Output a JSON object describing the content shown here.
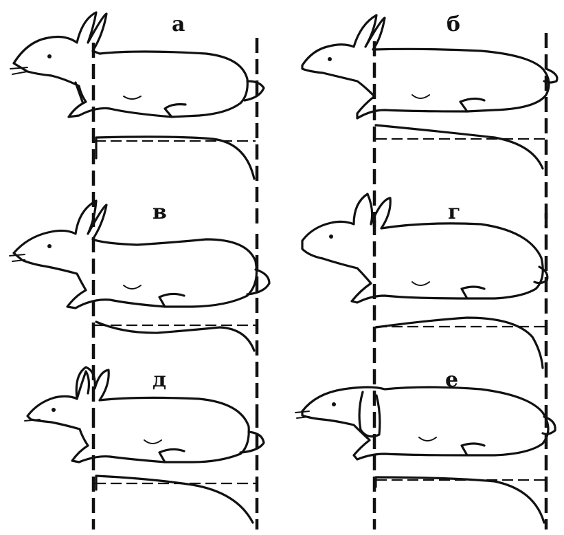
{
  "panels": [
    {
      "id": "a",
      "label": "а",
      "back_shape": "rounded-flat"
    },
    {
      "id": "b",
      "label": "б",
      "back_shape": "sloped-low"
    },
    {
      "id": "v",
      "label": "в",
      "back_shape": "dipped"
    },
    {
      "id": "g",
      "label": "г",
      "back_shape": "arched"
    },
    {
      "id": "d",
      "label": "д",
      "back_shape": "sloped-rounded"
    },
    {
      "id": "e",
      "label": "е",
      "back_shape": "flat-rounded"
    }
  ]
}
